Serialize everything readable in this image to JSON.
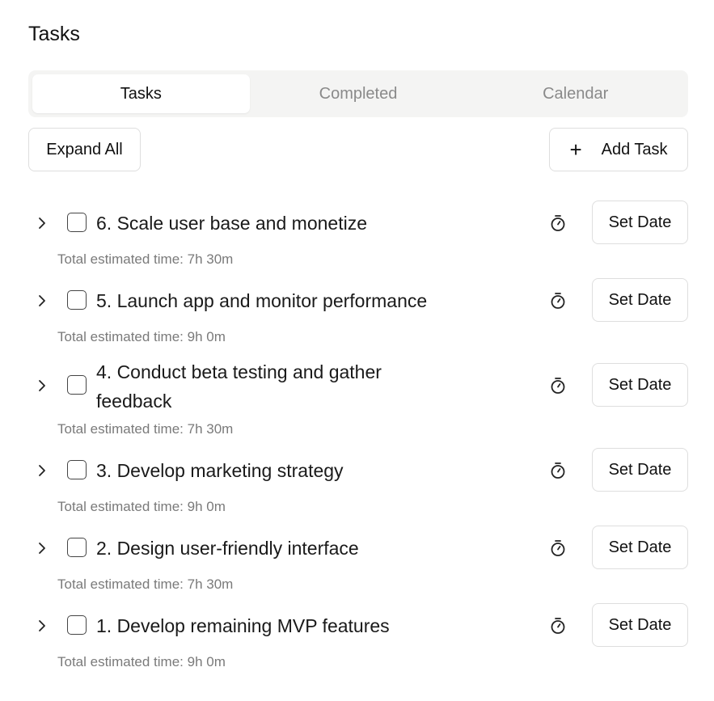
{
  "header": {
    "title": "Tasks"
  },
  "tabs": [
    {
      "label": "Tasks",
      "active": true
    },
    {
      "label": "Completed",
      "active": false
    },
    {
      "label": "Calendar",
      "active": false
    }
  ],
  "toolbar": {
    "expand_label": "Expand All",
    "add_label": "Add Task",
    "add_icon": "plus-icon"
  },
  "tasks": [
    {
      "title": "6. Scale user base and monetize",
      "estimate": "Total estimated time: 7h 30m",
      "date_label": "Set Date",
      "checked": false
    },
    {
      "title": "5. Launch app and monitor performance",
      "estimate": "Total estimated time: 9h 0m",
      "date_label": "Set Date",
      "checked": false
    },
    {
      "title": "4. Conduct beta testing and gather feedback",
      "estimate": "Total estimated time: 7h 30m",
      "date_label": "Set Date",
      "checked": false
    },
    {
      "title": "3. Develop marketing strategy",
      "estimate": "Total estimated time: 9h 0m",
      "date_label": "Set Date",
      "checked": false
    },
    {
      "title": "2. Design user-friendly interface",
      "estimate": "Total estimated time: 7h 30m",
      "date_label": "Set Date",
      "checked": false
    },
    {
      "title": "1. Develop remaining MVP features",
      "estimate": "Total estimated time: 9h 0m",
      "date_label": "Set Date",
      "checked": false
    }
  ],
  "icons": {
    "expand": "chevron-right-icon",
    "timer": "stopwatch-icon"
  }
}
